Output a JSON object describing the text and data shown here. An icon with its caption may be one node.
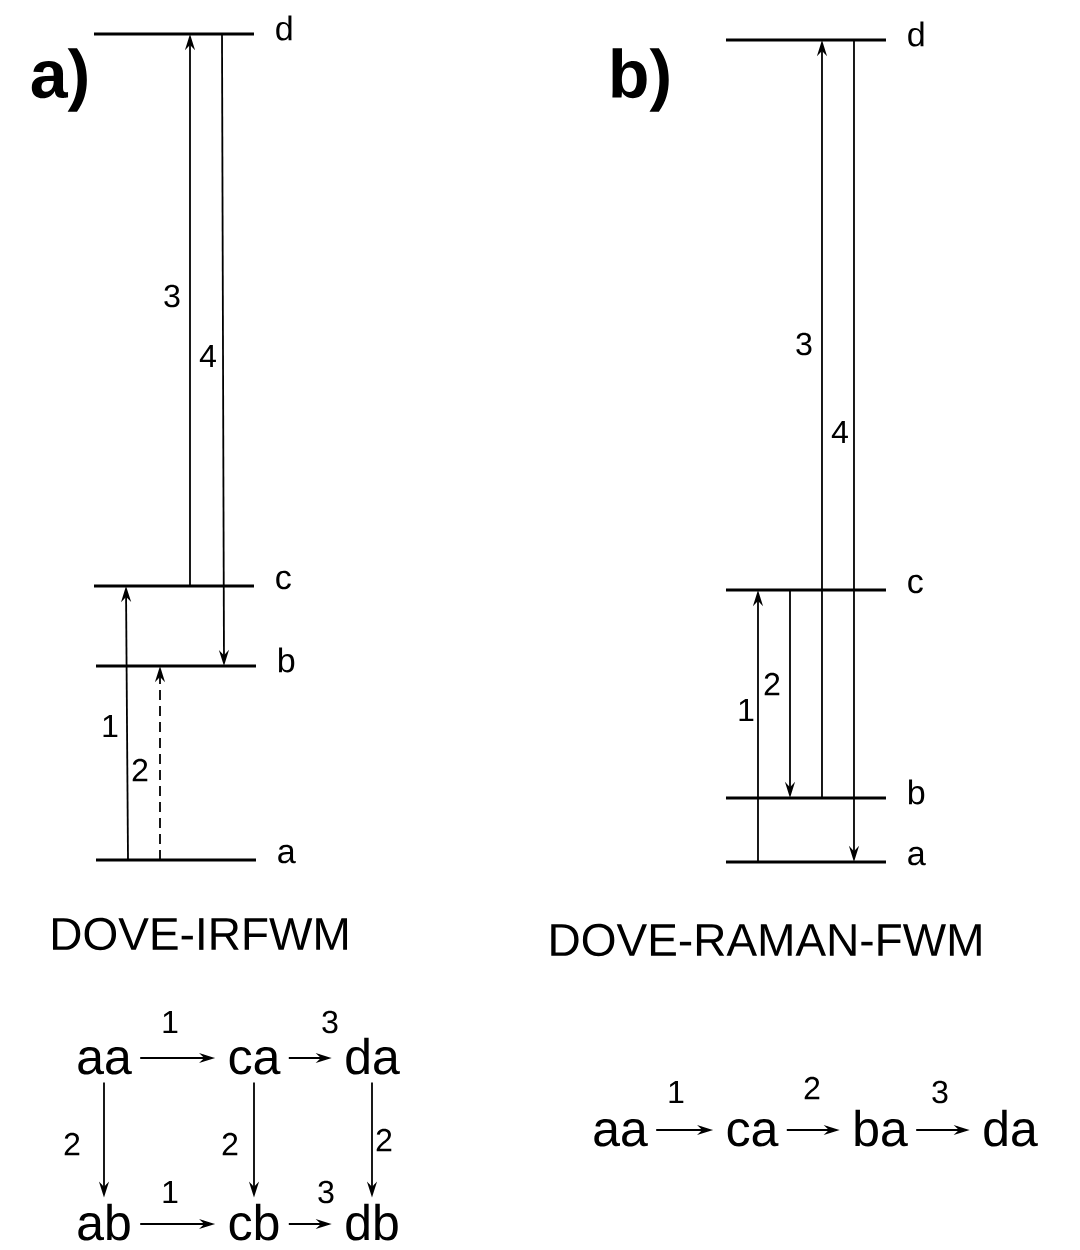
{
  "diagram": {
    "nodes": [
      {
        "text": [],
        "shape": "bar",
        "beside": [
          "d"
        ]
      },
      {
        "text": [],
        "shape": "bar",
        "beside": [
          "c"
        ]
      },
      {
        "text": [],
        "shape": "bar",
        "beside": [
          "b"
        ]
      },
      {
        "text": [],
        "shape": "bar",
        "beside": [
          "a"
        ]
      },
      {
        "text": [],
        "shape": "bar",
        "beside": [
          "d"
        ]
      },
      {
        "text": [],
        "shape": "bar",
        "beside": [
          "c"
        ]
      },
      {
        "text": [],
        "shape": "bar",
        "beside": [
          "b"
        ]
      },
      {
        "text": [],
        "shape": "bar",
        "beside": [
          "a"
        ]
      },
      {
        "text": [
          "aa"
        ]
      },
      {
        "text": [
          "ca"
        ]
      },
      {
        "text": [
          "da"
        ]
      },
      {
        "text": [
          "ab"
        ]
      },
      {
        "text": [
          "cb"
        ]
      },
      {
        "text": [
          "db"
        ]
      },
      {
        "text": [
          "aa"
        ]
      },
      {
        "text": [
          "ca"
        ]
      },
      {
        "text": [
          "ba"
        ]
      },
      {
        "text": [
          "da"
        ]
      }
    ],
    "edges": [
      {
        "from": 3,
        "to": 1,
        "arrow": "to",
        "label": "1"
      },
      {
        "from": 3,
        "to": 2,
        "arrow": "to",
        "label": "2",
        "style": "dashed"
      },
      {
        "from": 1,
        "to": 0,
        "arrow": "to",
        "label": "3"
      },
      {
        "from": 0,
        "to": 2,
        "arrow": "to",
        "label": "4"
      },
      {
        "from": 7,
        "to": 5,
        "arrow": "to",
        "label": "1"
      },
      {
        "from": 5,
        "to": 6,
        "arrow": "to",
        "label": "2"
      },
      {
        "from": 6,
        "to": 4,
        "arrow": "to",
        "label": "3"
      },
      {
        "from": 4,
        "to": 7,
        "arrow": "to",
        "label": "4"
      },
      {
        "from": 8,
        "to": 9,
        "arrow": "to",
        "label": "1"
      },
      {
        "from": 9,
        "to": 10,
        "arrow": "to",
        "label": "3"
      },
      {
        "from": 8,
        "to": 11,
        "arrow": "to",
        "label": "2"
      },
      {
        "from": 9,
        "to": 12,
        "arrow": "to",
        "label": "2"
      },
      {
        "from": 10,
        "to": 13,
        "arrow": "to",
        "label": "2"
      },
      {
        "from": 11,
        "to": 12,
        "arrow": "to",
        "label": "1"
      },
      {
        "from": 12,
        "to": 13,
        "arrow": "to",
        "label": "3"
      },
      {
        "from": 14,
        "to": 15,
        "arrow": "to",
        "label": "1"
      },
      {
        "from": 15,
        "to": 16,
        "arrow": "to",
        "label": "2"
      },
      {
        "from": 16,
        "to": 17,
        "arrow": "to",
        "label": "3"
      }
    ],
    "labels": [
      "a)",
      "b)",
      "DOVE-IRFWM",
      "DOVE-RAMAN-FWM"
    ]
  }
}
